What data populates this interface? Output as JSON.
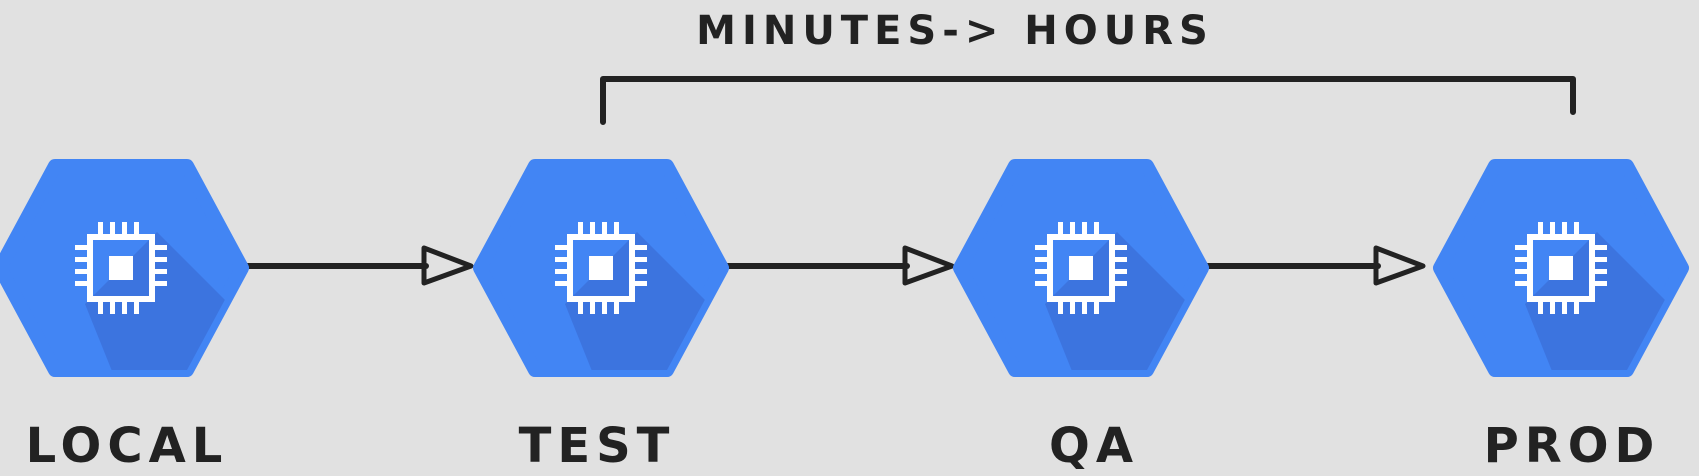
{
  "colors": {
    "background": "#e1e1e1",
    "node_fill": "#4285f4",
    "node_shadow": "#3b6fd8",
    "ink": "#222222",
    "chip": "#ffffff"
  },
  "annotation": {
    "label": "MINUTES-> HOURS"
  },
  "nodes": [
    {
      "id": "local",
      "label": "LOCAL",
      "icon": "compute-engine-chip-icon"
    },
    {
      "id": "test",
      "label": "TEST",
      "icon": "compute-engine-chip-icon"
    },
    {
      "id": "qa",
      "label": "QA",
      "icon": "compute-engine-chip-icon"
    },
    {
      "id": "prod",
      "label": "PROD",
      "icon": "compute-engine-chip-icon"
    }
  ],
  "edges": [
    {
      "from": "local",
      "to": "test"
    },
    {
      "from": "test",
      "to": "qa"
    },
    {
      "from": "qa",
      "to": "prod"
    }
  ]
}
